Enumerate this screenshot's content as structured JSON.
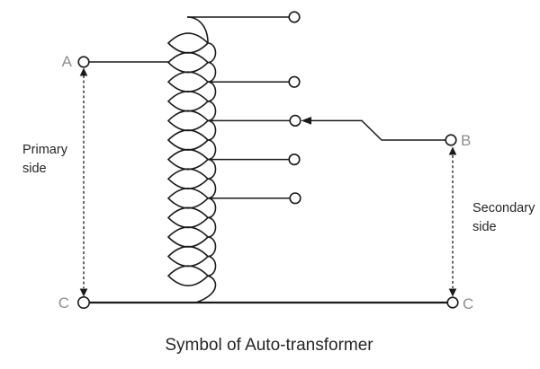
{
  "diagram": {
    "caption": "Symbol of Auto-transformer",
    "terminal_labels": {
      "a": "A",
      "b": "B",
      "c_left": "C",
      "c_right": "C"
    },
    "side_labels": {
      "primary": {
        "line1": "Primary",
        "line2": "side"
      },
      "secondary": {
        "line1": "Secondary",
        "line2": "side"
      }
    },
    "colors": {
      "line": "#1a1a1a",
      "terminal_label": "#8f8f8f",
      "text": "#262626",
      "background": "#ffffff"
    }
  }
}
